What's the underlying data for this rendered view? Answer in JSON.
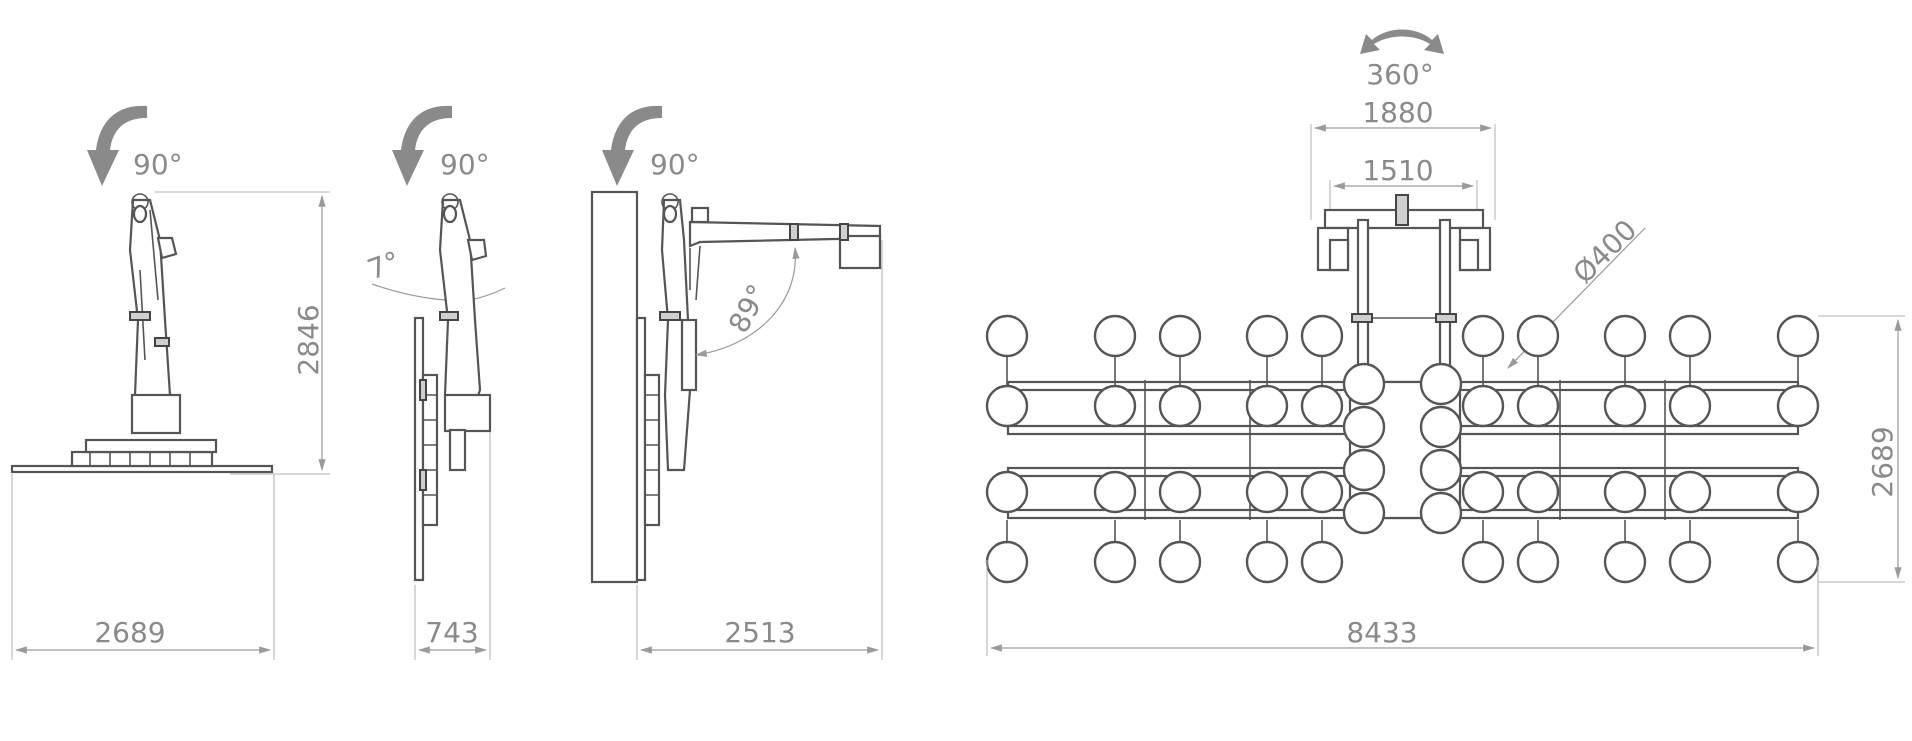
{
  "view_side": {
    "rotation_label": "90°",
    "height_label": "2846",
    "width_label": "2689"
  },
  "view_tilt": {
    "rotation_label": "90°",
    "tilt_label": "7°",
    "width_label": "743"
  },
  "view_extended": {
    "rotation_label": "90°",
    "angle_label": "89°",
    "width_label": "2513"
  },
  "view_top": {
    "rotation_label": "360°",
    "outer_width_label": "1880",
    "inner_width_label": "1510",
    "cup_diameter_label": "Ø400",
    "height_label": "2689",
    "total_width_label": "8433"
  },
  "colors": {
    "line": "#555555",
    "dimension": "#8a8a8a",
    "arrow": "#8a8a8a"
  }
}
